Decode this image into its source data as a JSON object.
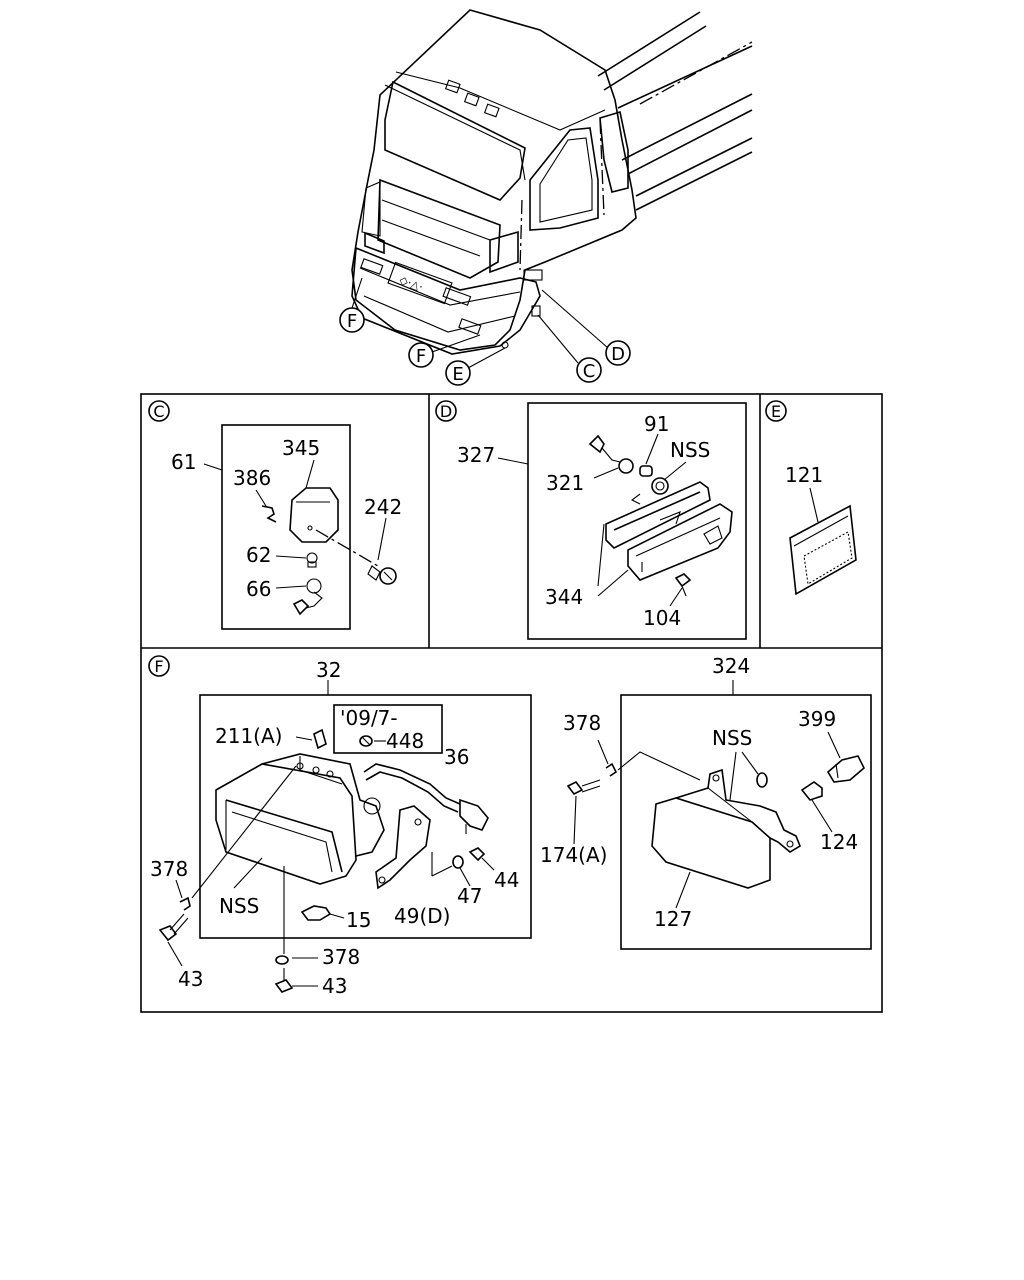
{
  "overview": {
    "callouts": [
      "F",
      "F",
      "E",
      "C",
      "D"
    ]
  },
  "panel_c": {
    "letter": "C",
    "parts": [
      "61",
      "345",
      "386",
      "242",
      "62",
      "66"
    ]
  },
  "panel_d": {
    "letter": "D",
    "parts": [
      "327",
      "91",
      "NSS",
      "321",
      "344",
      "104"
    ]
  },
  "panel_e": {
    "letter": "E",
    "parts": [
      "121"
    ]
  },
  "panel_f": {
    "letter": "F",
    "left_assembly": {
      "ref": "32",
      "note": "'09/7-",
      "parts": [
        "211(A)",
        "448",
        "36",
        "378",
        "NSS",
        "15",
        "49(D)",
        "47",
        "44",
        "43",
        "378",
        "43"
      ]
    },
    "right_assembly": {
      "ref": "324",
      "parts": [
        "378",
        "NSS",
        "399",
        "174(A)",
        "124",
        "127"
      ]
    }
  }
}
